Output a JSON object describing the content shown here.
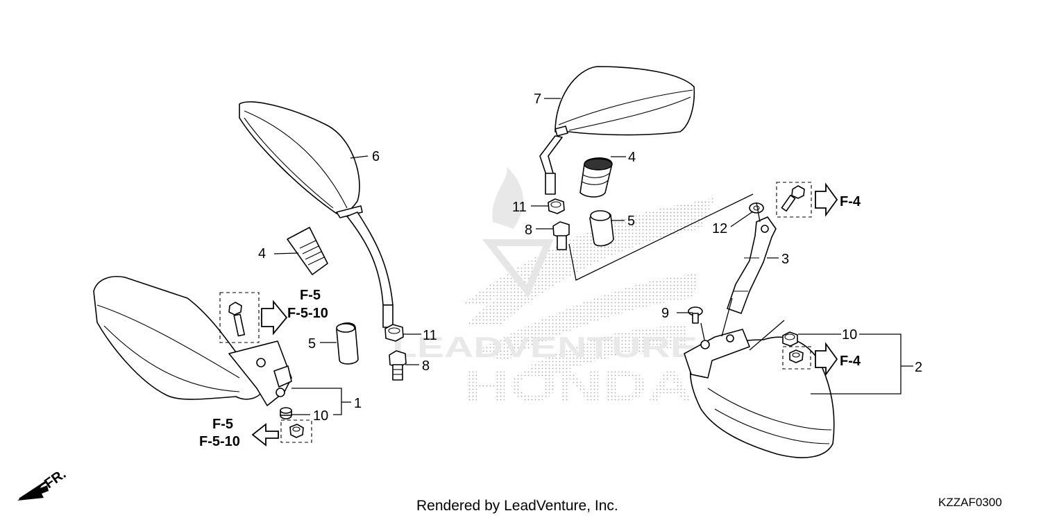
{
  "callouts": {
    "c1": "1",
    "c2": "2",
    "c3": "3",
    "c4a": "4",
    "c4b": "4",
    "c5a": "5",
    "c5b": "5",
    "c6": "6",
    "c7": "7",
    "c8a": "8",
    "c8b": "8",
    "c9": "9",
    "c10a": "10",
    "c10b": "10",
    "c11a": "11",
    "c11b": "11",
    "c12": "12"
  },
  "references": {
    "left_upper_a": "F-5",
    "left_upper_b": "F-5-10",
    "left_lower_a": "F-5",
    "left_lower_b": "F-5-10",
    "right_upper": "F-4",
    "right_lower": "F-4"
  },
  "front_label": "FR.",
  "watermark": {
    "brand": "HONDA",
    "text": "LEADVENTURE"
  },
  "footer": {
    "credit": "Rendered by LeadVenture, Inc.",
    "code": "KZZAF0300"
  }
}
